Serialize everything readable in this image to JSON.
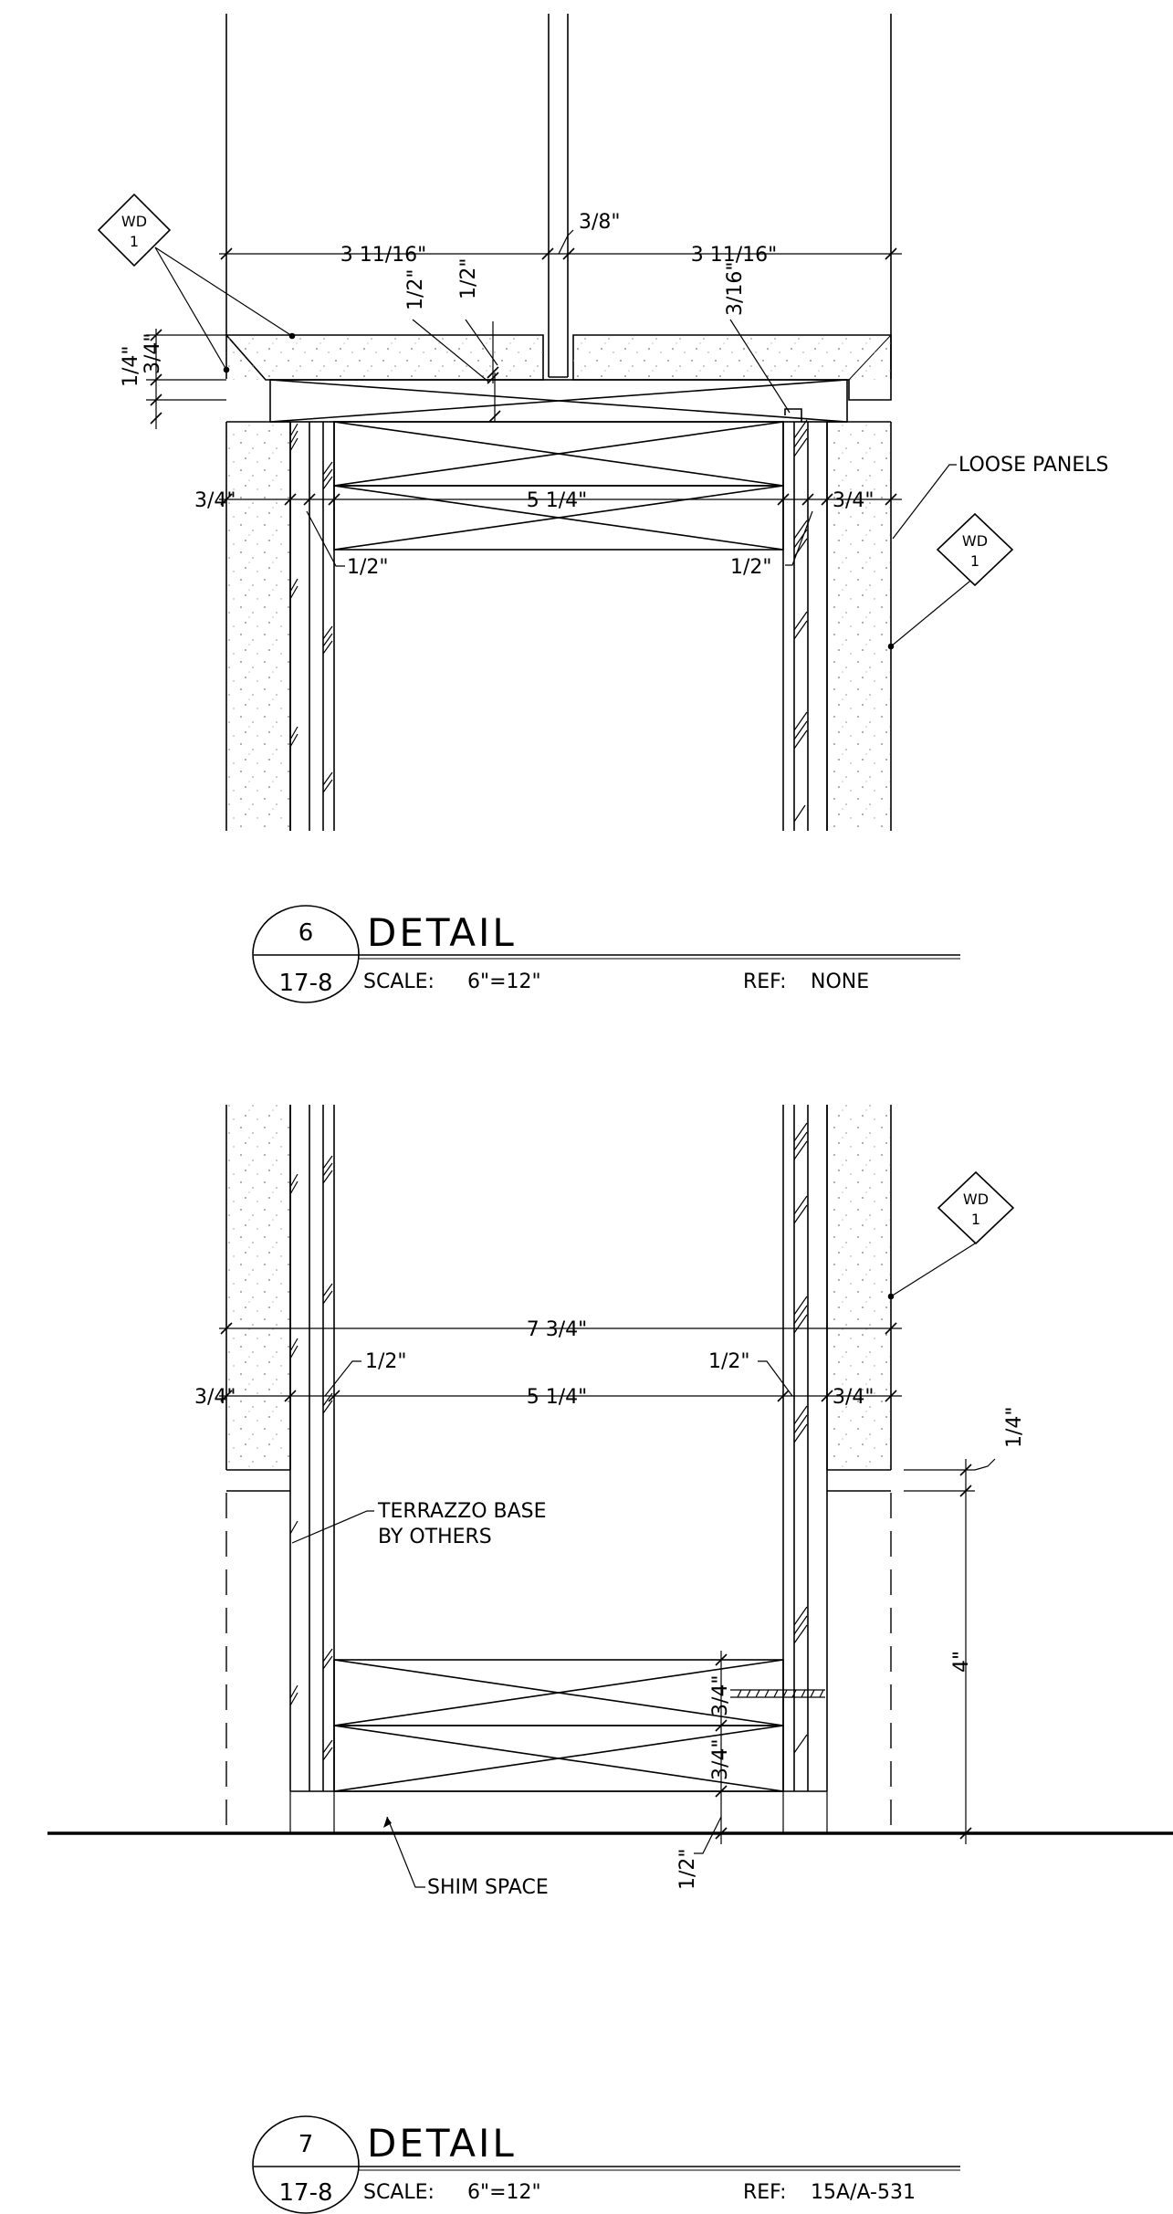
{
  "detail6": {
    "title": "DETAIL",
    "number": "6",
    "sheet": "17-8",
    "scale_label": "SCALE:",
    "scale": "6\"=12\"",
    "ref_label": "REF:",
    "ref": "NONE",
    "tag_code": "WD",
    "tag_num": "1",
    "dims": {
      "d1": "3 11/16\"",
      "d2": "3/8\"",
      "d3": "3 11/16\"",
      "d4": "1/2\"",
      "d5": "1/2\"",
      "d6": "3/16\"",
      "d7": "1/4\"",
      "d8": "3/4\"",
      "d9": "3/4\"",
      "d10": "5 1/4\"",
      "d11": "3/4\"",
      "d12": "1/2\"",
      "d13": "1/2\""
    },
    "note_loose": "LOOSE PANELS"
  },
  "detail7": {
    "title": "DETAIL",
    "number": "7",
    "sheet": "17-8",
    "scale_label": "SCALE:",
    "scale": "6\"=12\"",
    "ref_label": "REF:",
    "ref": "15A/A-531",
    "tag_code": "WD",
    "tag_num": "1",
    "dims": {
      "d1": "7 3/4\"",
      "d2": "1/2\"",
      "d3": "1/2\"",
      "d4": "3/4\"",
      "d5": "5 1/4\"",
      "d6": "3/4\"",
      "d7": "1/4\"",
      "d8": "4\"",
      "d9": "3/4\"",
      "d10": "3/4\"",
      "d11": "1/2\""
    },
    "note_terrazzo_1": "TERRAZZO BASE",
    "note_terrazzo_2": "BY OTHERS",
    "note_shim": "SHIM SPACE"
  }
}
